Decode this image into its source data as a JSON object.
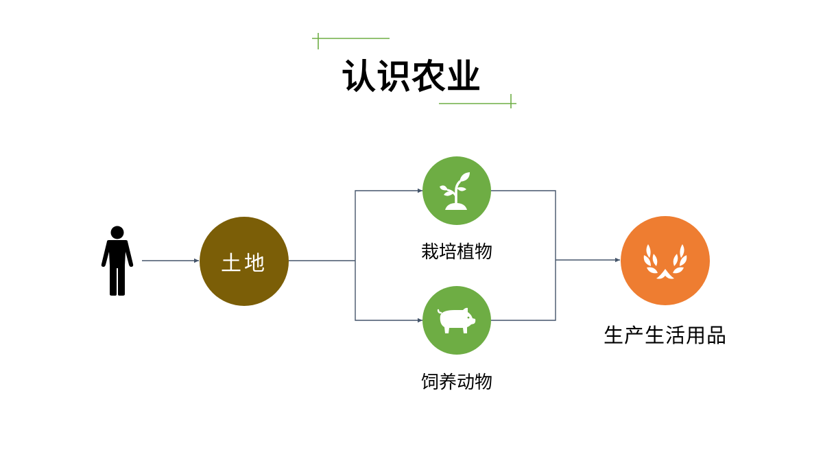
{
  "title": "认识农业",
  "nodes": {
    "person": {
      "icon": "person-icon"
    },
    "land": {
      "label": "土地",
      "color": "#7B5E07"
    },
    "plants": {
      "label": "栽培植物",
      "icon": "sprout-icon",
      "color": "#6EAD44"
    },
    "animals": {
      "label": "饲养动物",
      "icon": "pig-icon",
      "color": "#6EAD44"
    },
    "products": {
      "label": "生产生活用品",
      "icon": "laurel-wreath-icon",
      "color": "#EE7D31"
    }
  },
  "colors": {
    "accent_green": "#6EAD44",
    "connector": "#44546A"
  }
}
